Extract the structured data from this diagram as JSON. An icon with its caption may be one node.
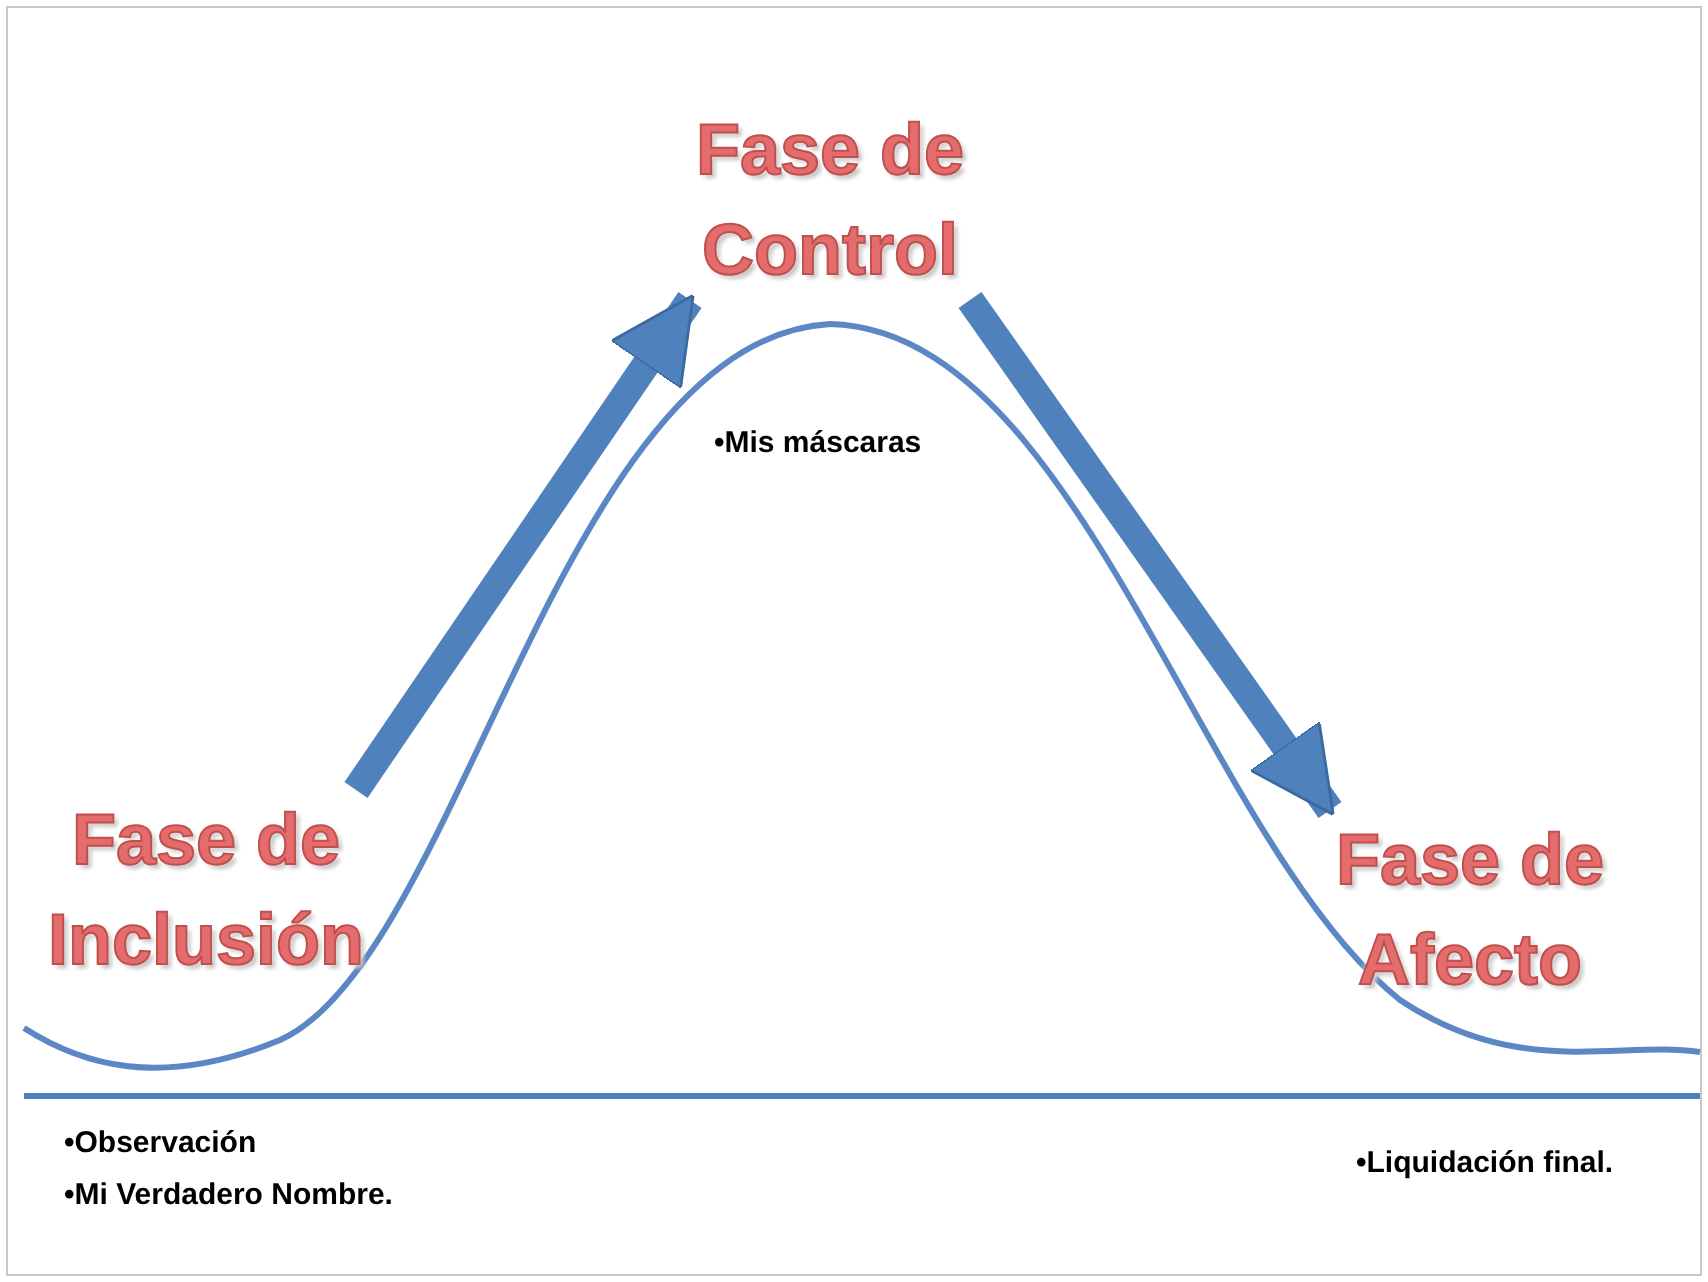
{
  "diagram": {
    "nodes": [
      {
        "text": [
          "Fase de Inclusión"
        ]
      },
      {
        "text": [
          "Fase de Control"
        ]
      },
      {
        "text": [
          "Fase de Afecto"
        ]
      }
    ],
    "edges": [
      {
        "from": 0,
        "to": 1,
        "arrow": "to"
      },
      {
        "from": 1,
        "to": 2,
        "arrow": "to"
      }
    ],
    "labels": [
      "•Mis máscaras",
      "•Observación",
      "•Mi Verdadero Nombre.",
      "•Liquidación final."
    ]
  }
}
